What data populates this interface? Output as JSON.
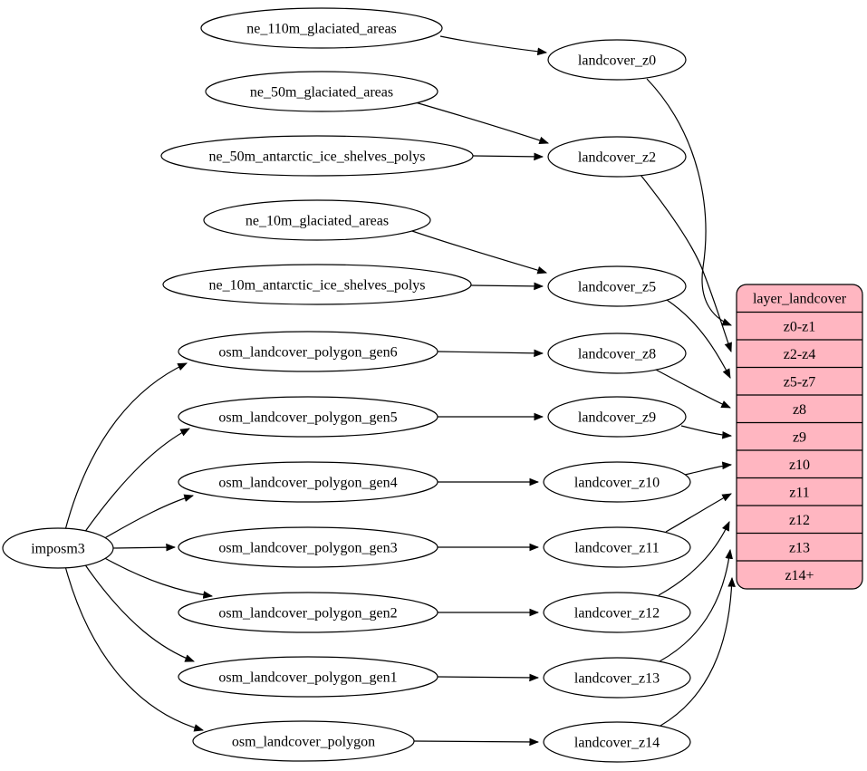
{
  "colors": {
    "background": "#ffffff",
    "node_fill": "#ffffff",
    "edge_stroke": "#000000",
    "record_fill": "#ffb6c1"
  },
  "nodes": {
    "imposm3": "imposm3",
    "ne_110m_glaciated_areas": "ne_110m_glaciated_areas",
    "ne_50m_glaciated_areas": "ne_50m_glaciated_areas",
    "ne_50m_antarctic_ice_shelves_polys": "ne_50m_antarctic_ice_shelves_polys",
    "ne_10m_glaciated_areas": "ne_10m_glaciated_areas",
    "ne_10m_antarctic_ice_shelves_polys": "ne_10m_antarctic_ice_shelves_polys",
    "osm_landcover_polygon_gen6": "osm_landcover_polygon_gen6",
    "osm_landcover_polygon_gen5": "osm_landcover_polygon_gen5",
    "osm_landcover_polygon_gen4": "osm_landcover_polygon_gen4",
    "osm_landcover_polygon_gen3": "osm_landcover_polygon_gen3",
    "osm_landcover_polygon_gen2": "osm_landcover_polygon_gen2",
    "osm_landcover_polygon_gen1": "osm_landcover_polygon_gen1",
    "osm_landcover_polygon": "osm_landcover_polygon",
    "landcover_z0": "landcover_z0",
    "landcover_z2": "landcover_z2",
    "landcover_z5": "landcover_z5",
    "landcover_z8": "landcover_z8",
    "landcover_z9": "landcover_z9",
    "landcover_z10": "landcover_z10",
    "landcover_z11": "landcover_z11",
    "landcover_z12": "landcover_z12",
    "landcover_z13": "landcover_z13",
    "landcover_z14": "landcover_z14"
  },
  "table": {
    "title": "layer_landcover",
    "rows": [
      "z0-z1",
      "z2-z4",
      "z5-z7",
      "z8",
      "z9",
      "z10",
      "z11",
      "z12",
      "z13",
      "z14+"
    ]
  },
  "edges": [
    [
      "ne_110m_glaciated_areas",
      "landcover_z0"
    ],
    [
      "ne_50m_glaciated_areas",
      "landcover_z2"
    ],
    [
      "ne_50m_antarctic_ice_shelves_polys",
      "landcover_z2"
    ],
    [
      "ne_10m_glaciated_areas",
      "landcover_z5"
    ],
    [
      "ne_10m_antarctic_ice_shelves_polys",
      "landcover_z5"
    ],
    [
      "imposm3",
      "osm_landcover_polygon_gen6"
    ],
    [
      "imposm3",
      "osm_landcover_polygon_gen5"
    ],
    [
      "imposm3",
      "osm_landcover_polygon_gen4"
    ],
    [
      "imposm3",
      "osm_landcover_polygon_gen3"
    ],
    [
      "imposm3",
      "osm_landcover_polygon_gen2"
    ],
    [
      "imposm3",
      "osm_landcover_polygon_gen1"
    ],
    [
      "imposm3",
      "osm_landcover_polygon"
    ],
    [
      "osm_landcover_polygon_gen6",
      "landcover_z8"
    ],
    [
      "osm_landcover_polygon_gen5",
      "landcover_z9"
    ],
    [
      "osm_landcover_polygon_gen4",
      "landcover_z10"
    ],
    [
      "osm_landcover_polygon_gen3",
      "landcover_z11"
    ],
    [
      "osm_landcover_polygon_gen2",
      "landcover_z12"
    ],
    [
      "osm_landcover_polygon_gen1",
      "landcover_z13"
    ],
    [
      "osm_landcover_polygon",
      "landcover_z14"
    ],
    [
      "landcover_z0",
      "layer_landcover:z0-z1"
    ],
    [
      "landcover_z2",
      "layer_landcover:z2-z4"
    ],
    [
      "landcover_z5",
      "layer_landcover:z5-z7"
    ],
    [
      "landcover_z8",
      "layer_landcover:z8"
    ],
    [
      "landcover_z9",
      "layer_landcover:z9"
    ],
    [
      "landcover_z10",
      "layer_landcover:z10"
    ],
    [
      "landcover_z11",
      "layer_landcover:z11"
    ],
    [
      "landcover_z12",
      "layer_landcover:z12"
    ],
    [
      "landcover_z13",
      "layer_landcover:z13"
    ],
    [
      "landcover_z14",
      "layer_landcover:z14+"
    ]
  ]
}
